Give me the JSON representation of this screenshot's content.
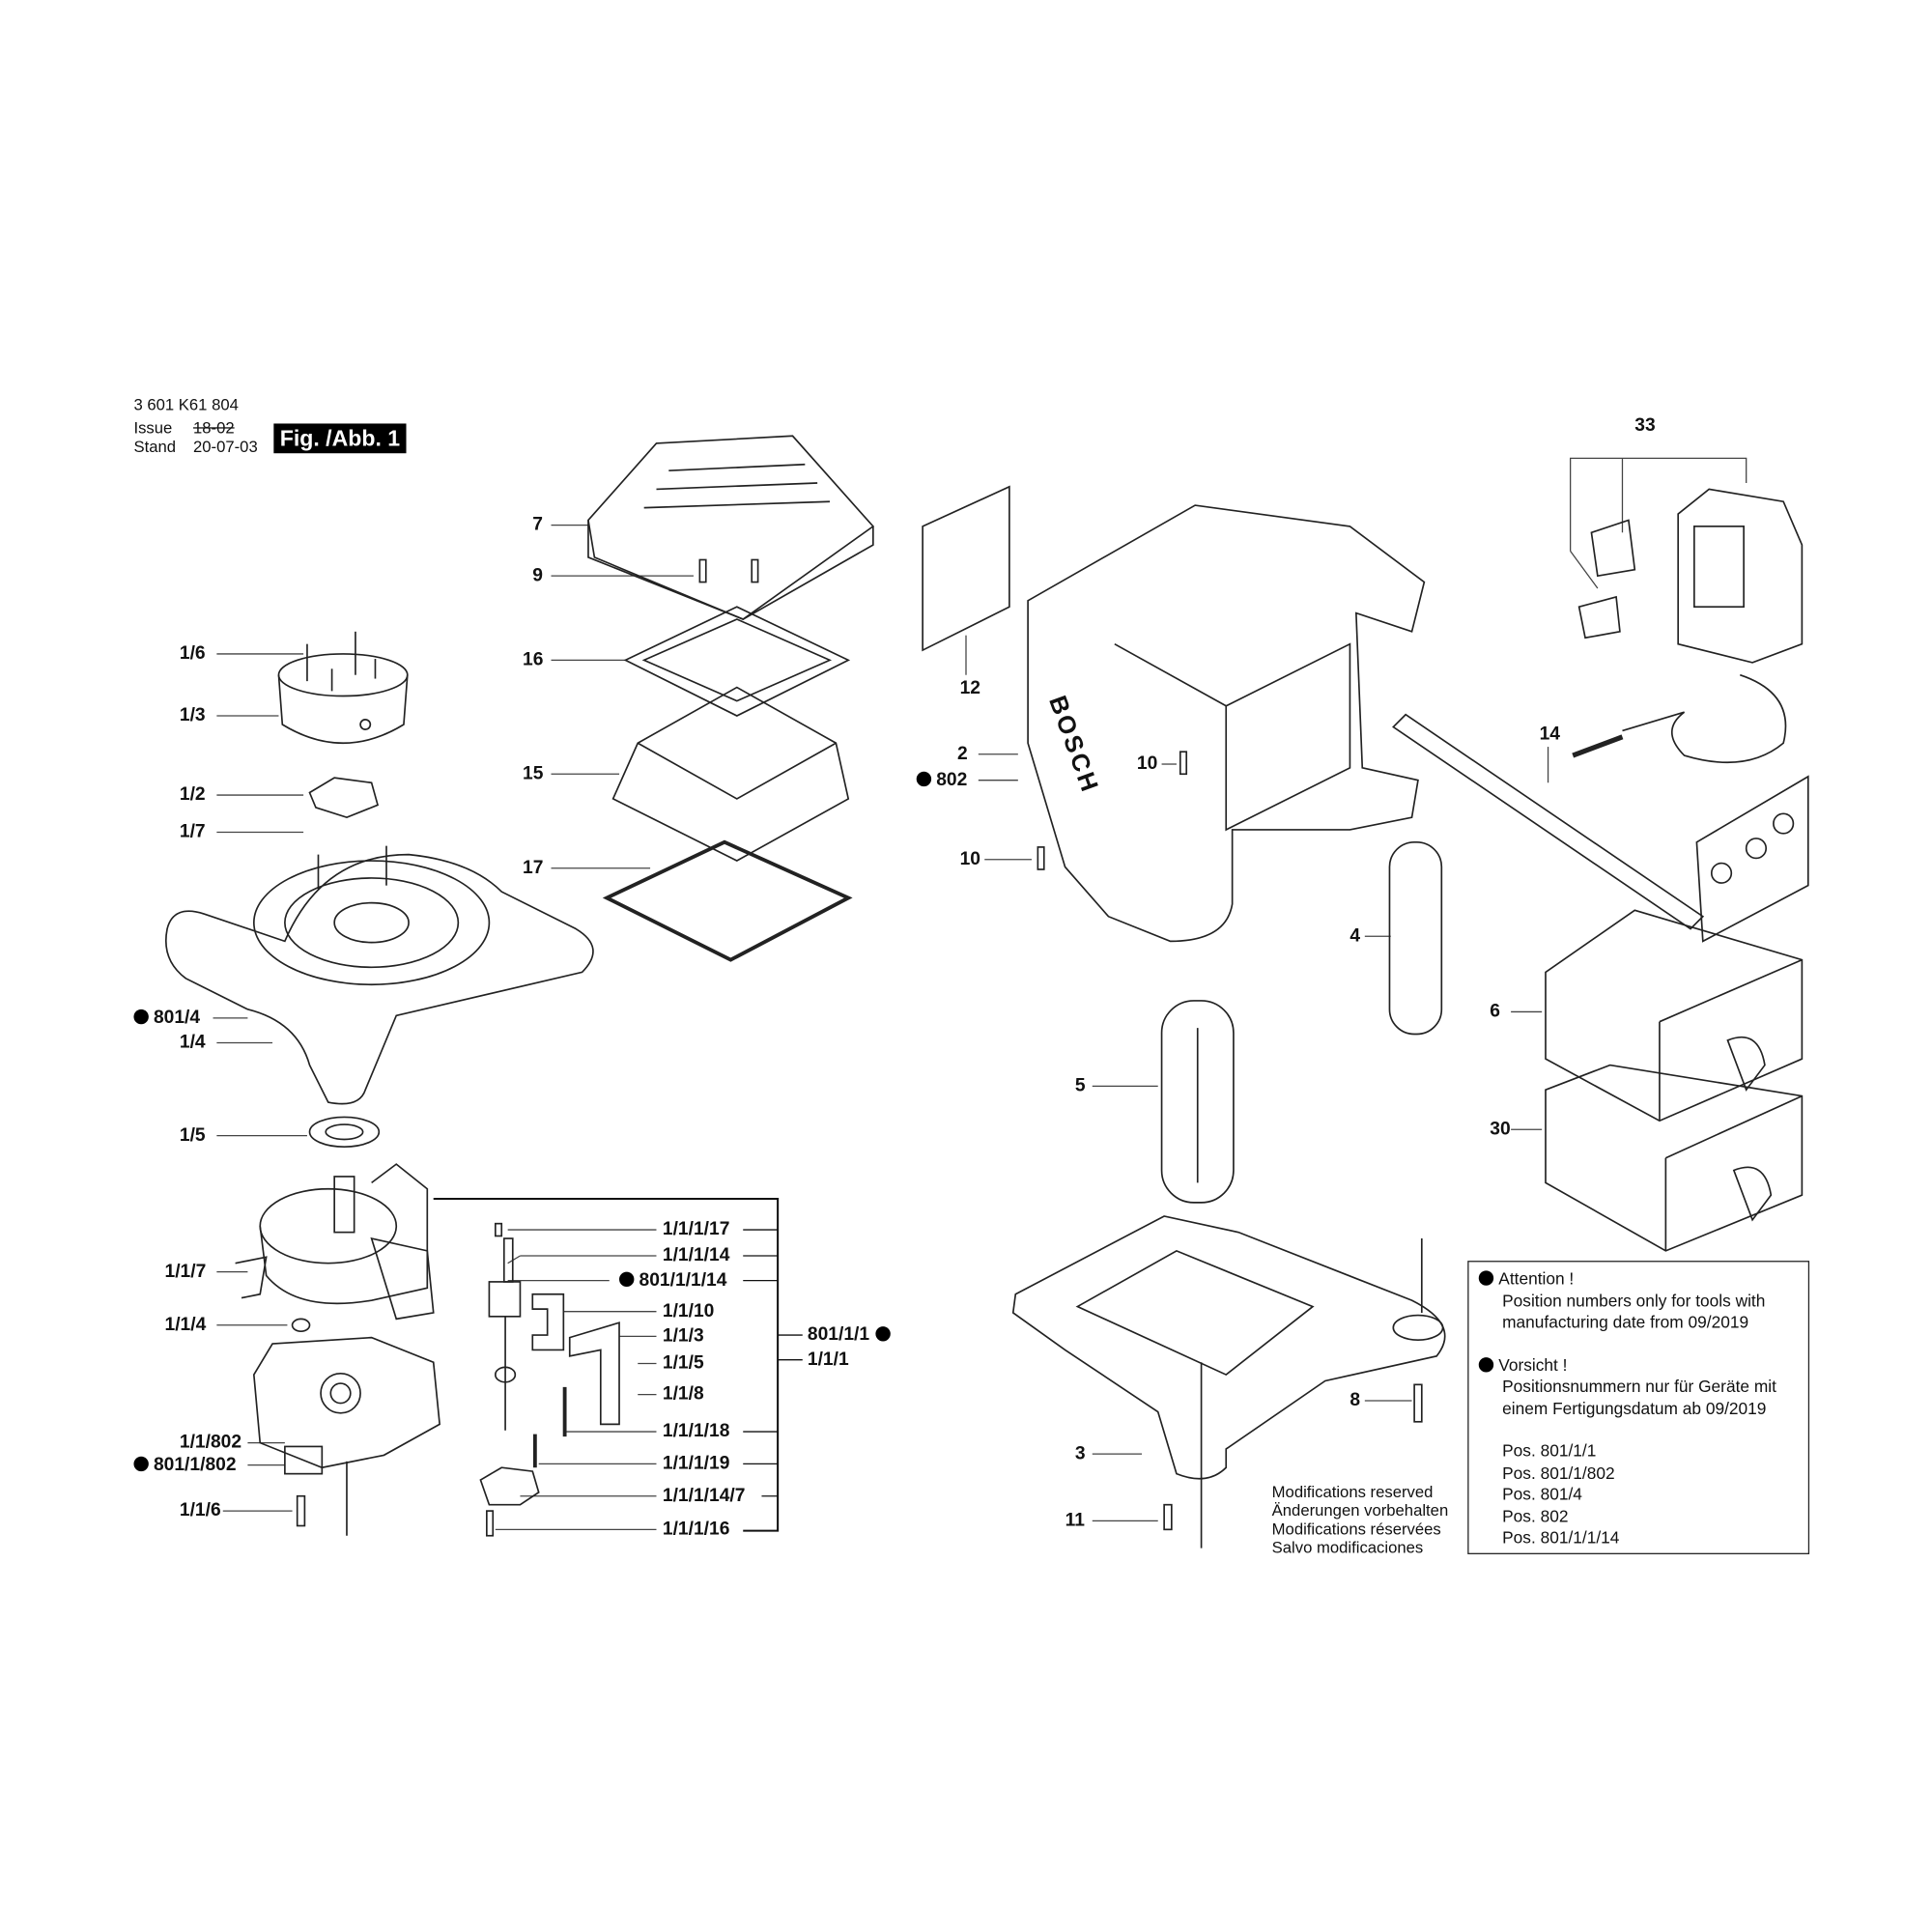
{
  "header": {
    "part_number": "3 601 K61 804",
    "issue_label": "Issue",
    "issue_value": "18-02",
    "stand_label": "Stand",
    "stand_value": "20-07-03",
    "figure": "Fig. /Abb. 1"
  },
  "labels": {
    "p1_6": "1/6",
    "p1_3": "1/3",
    "p1_2": "1/2",
    "p1_7": "1/7",
    "p801_4": "801/4",
    "p1_4": "1/4",
    "p1_5": "1/5",
    "p1_1_7": "1/1/7",
    "p1_1_4": "1/1/4",
    "p1_1_802": "1/1/802",
    "p801_1_802": "801/1/802",
    "p1_1_6": "1/1/6",
    "p7": "7",
    "p9": "9",
    "p16": "16",
    "p15": "15",
    "p17": "17",
    "p1_1_1_17": "1/1/1/17",
    "p1_1_1_14": "1/1/1/14",
    "p801_1_1_14": "801/1/1/14",
    "p1_1_10": "1/1/10",
    "p1_1_3": "1/1/3",
    "p1_1_5": "1/1/5",
    "p1_1_8": "1/1/8",
    "p1_1_1_18": "1/1/1/18",
    "p1_1_1_19": "1/1/1/19",
    "p1_1_1_14_7": "1/1/1/14/7",
    "p1_1_1_16": "1/1/1/16",
    "p801_1_1": "801/1/1",
    "p1_1_1": "1/1/1",
    "p12": "12",
    "p2": "2",
    "p802": "802",
    "p10a": "10",
    "p10b": "10",
    "p4": "4",
    "p5": "5",
    "p8": "8",
    "p3": "3",
    "p11": "11",
    "p33": "33",
    "p14": "14",
    "p6": "6",
    "p30": "30"
  },
  "housing_logo": "BOSCH",
  "note": {
    "attention_title": "Attention !",
    "attention_text_1": "Position numbers only for tools with",
    "attention_text_2": "manufacturing date from 09/2019",
    "vorsicht_title": "Vorsicht !",
    "vorsicht_text_1": "Positionsnummern nur für Geräte mit",
    "vorsicht_text_2": "einem Fertigungsdatum ab 09/2019",
    "positions": [
      "Pos. 801/1/1",
      "Pos. 801/1/802",
      "Pos. 801/4",
      "Pos. 802",
      "Pos. 801/1/1/14"
    ]
  },
  "modifications": [
    "Modifications reserved",
    "Änderungen vorbehalten",
    "Modifications réservées",
    "Salvo modificaciones"
  ]
}
